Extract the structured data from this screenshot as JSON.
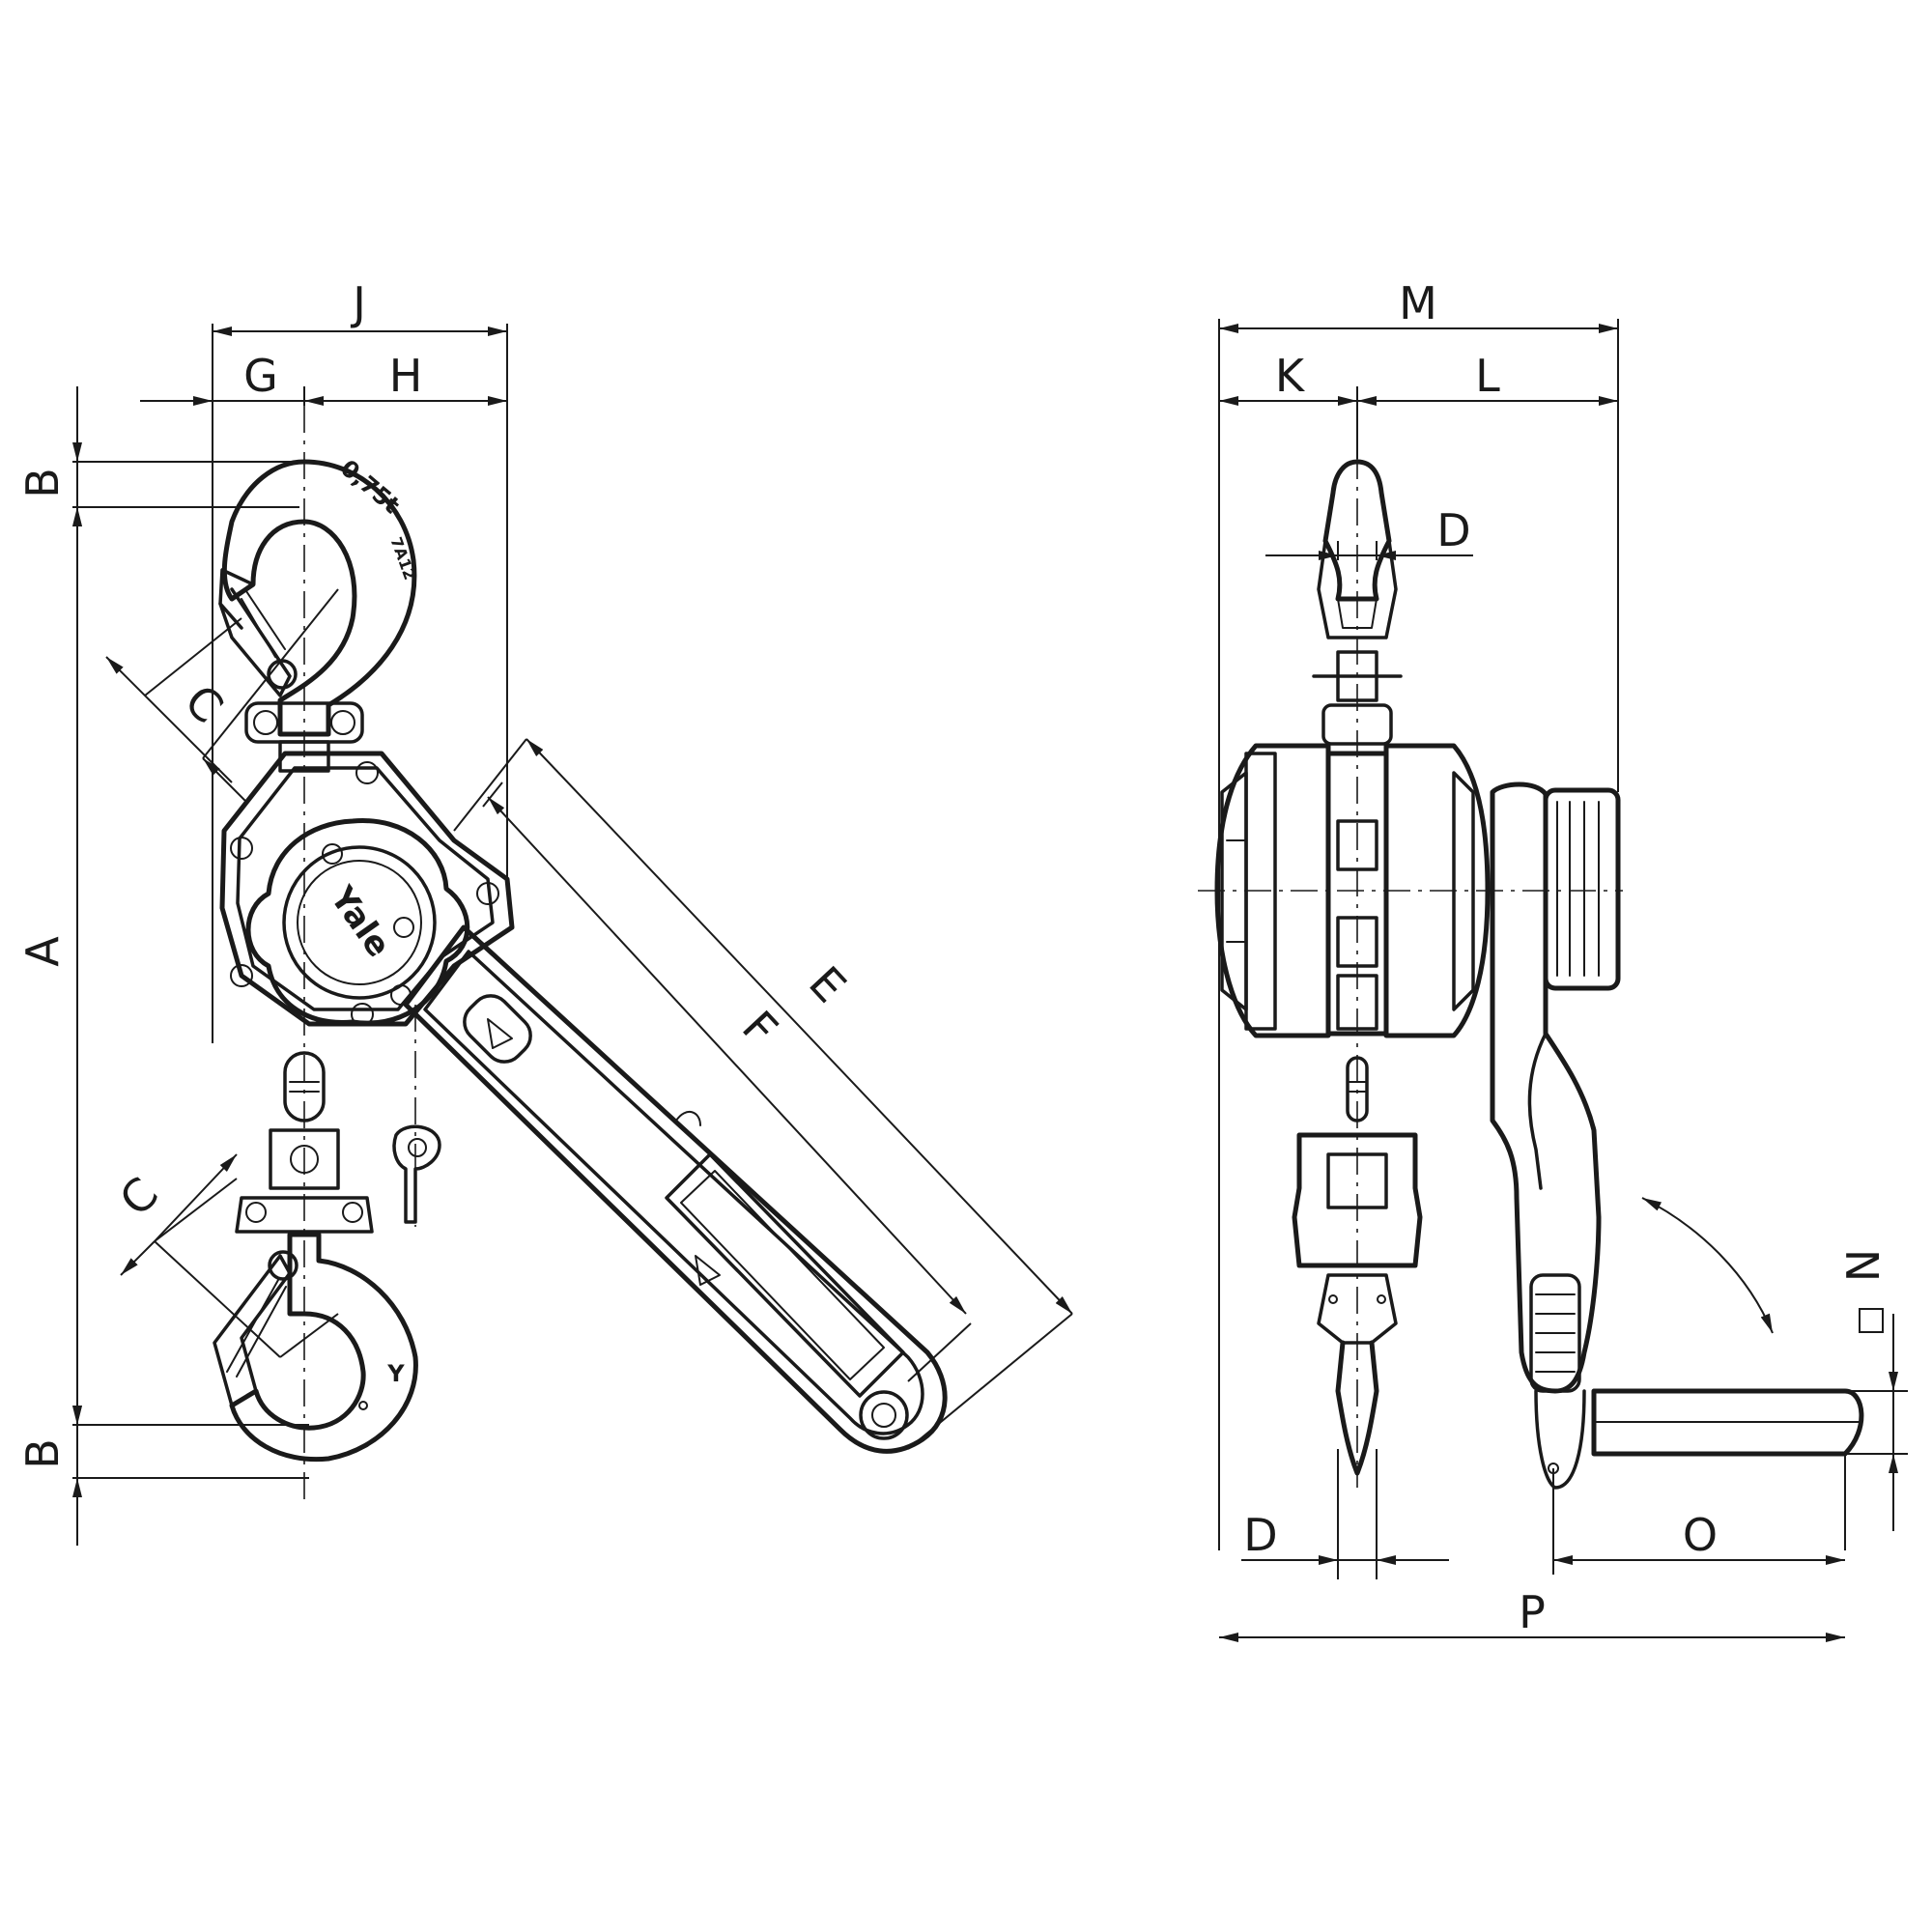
{
  "labels": {
    "A": "A",
    "B_top": "B",
    "B_bottom": "B",
    "C_top": "C",
    "C_bottom": "C",
    "D_top": "D",
    "D_bottom": "D",
    "E": "E",
    "F": "F",
    "G": "G",
    "H": "H",
    "J": "J",
    "K": "K",
    "L": "L",
    "M": "M",
    "N": "N",
    "O": "O",
    "P": "P"
  },
  "markings": {
    "capacity": "0,75t",
    "code": "7A12",
    "brand": "Yale",
    "hook_mark": "Y"
  }
}
